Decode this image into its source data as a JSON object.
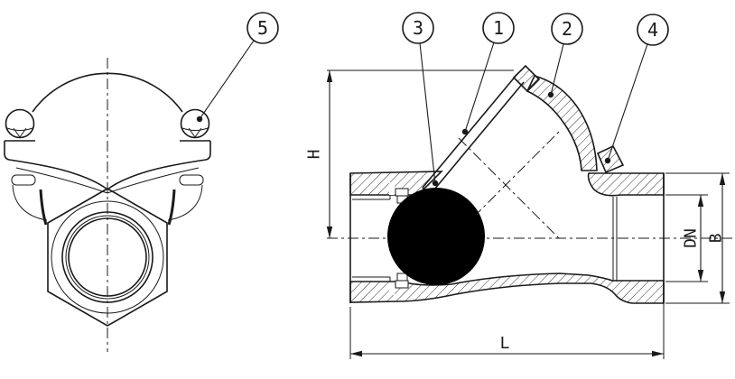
{
  "drawing": {
    "title": "ball-check-valve-engineering-drawing",
    "colors": {
      "ink": "#1a1a1a",
      "background": "#ffffff",
      "ball_fill": "#000000"
    },
    "balloons": {
      "b1": "1",
      "b2": "2",
      "b3": "3",
      "b4": "4",
      "b5": "5"
    },
    "dimensions": {
      "height": "H",
      "bore": "DN",
      "port_outer": "B",
      "length": "L"
    }
  }
}
